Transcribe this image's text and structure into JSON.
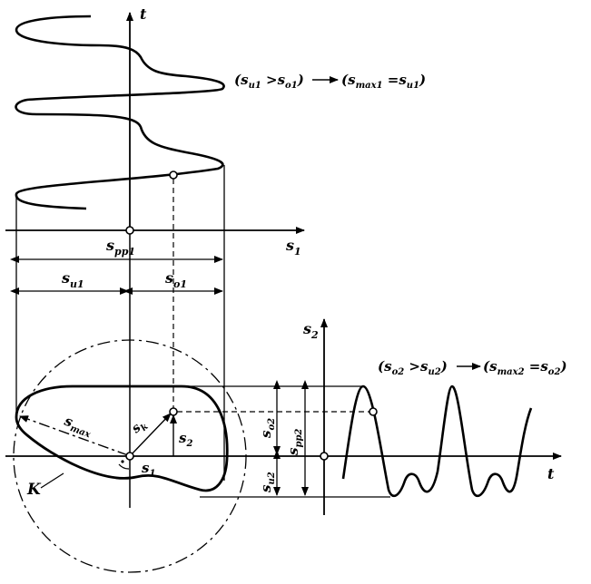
{
  "labels": {
    "t_top": "t",
    "s1_axis": "s",
    "s1_axis_sub": "1",
    "spp1": "s",
    "spp1_sub": "pp1",
    "su1": "s",
    "su1_sub": "u1",
    "so1": "s",
    "so1_sub": "o1",
    "s2_axis": "s",
    "s2_axis_sub": "2",
    "t_right": "t",
    "smax": "s",
    "smax_sub": "max",
    "sk": "s",
    "sk_sub": "k",
    "s2": "s",
    "s2_sub": "2",
    "s1": "s",
    "s1_sub": "1",
    "so2": "s",
    "so2_sub": "o2",
    "spp2": "s",
    "spp2_sub": "pp2",
    "su2": "s",
    "su2_sub": "u2",
    "K": "K"
  },
  "relations": {
    "top": {
      "lhs_a": "s",
      "lhs_a_sub": "u1",
      "lhs_op": " >",
      "lhs_b": "s",
      "lhs_b_sub": "o1",
      "rhs_a": "s",
      "rhs_a_sub": "max1",
      "rhs_op": " =",
      "rhs_b": "s",
      "rhs_b_sub": "u1"
    },
    "right": {
      "lhs_a": "s",
      "lhs_a_sub": "o2",
      "lhs_op": " >",
      "lhs_b": "s",
      "lhs_b_sub": "u2",
      "rhs_a": "s",
      "rhs_a_sub": "max2",
      "rhs_op": " =",
      "rhs_b": "s",
      "rhs_b_sub": "o2"
    }
  }
}
